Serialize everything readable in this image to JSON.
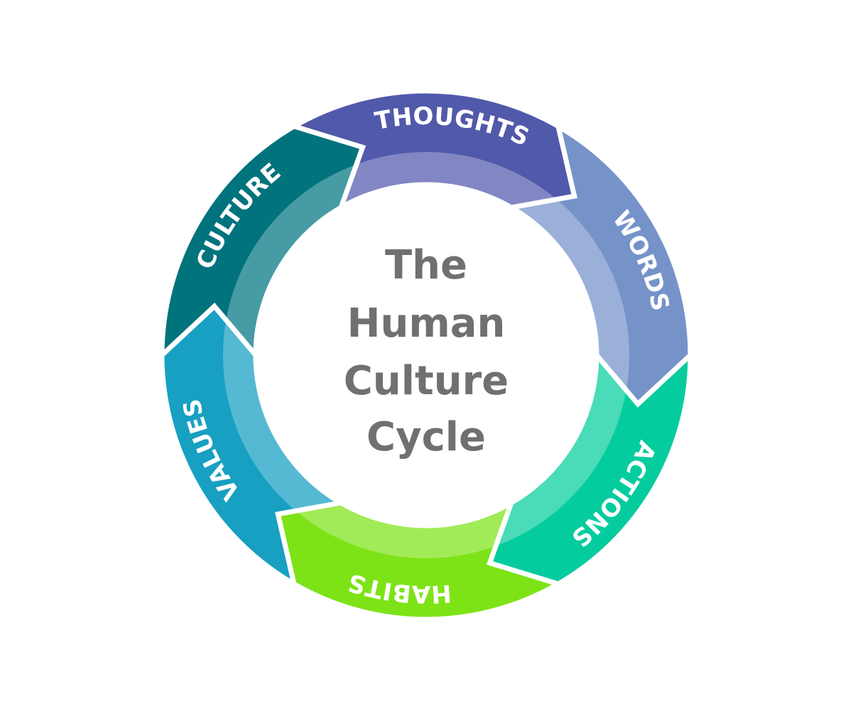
{
  "title": {
    "lines": [
      "The",
      "Human",
      "Culture",
      "Cycle"
    ],
    "color": "#707070"
  },
  "cycle": {
    "direction": "clockwise",
    "segments": [
      {
        "label": "THOUGHTS",
        "color": "#5159AB",
        "inner_color": "#8286C3"
      },
      {
        "label": "WORDS",
        "color": "#7593C9",
        "inner_color": "#9AB0D9"
      },
      {
        "label": "ACTIONS",
        "color": "#05CC9E",
        "inner_color": "#4ADBB8"
      },
      {
        "label": "HABITS",
        "color": "#7DE317",
        "inner_color": "#A2EB58"
      },
      {
        "label": "VALUES",
        "color": "#17A0C2",
        "inner_color": "#55B9D3"
      },
      {
        "label": "CULTURE",
        "color": "#00737D",
        "inner_color": "#479BA4"
      }
    ]
  }
}
